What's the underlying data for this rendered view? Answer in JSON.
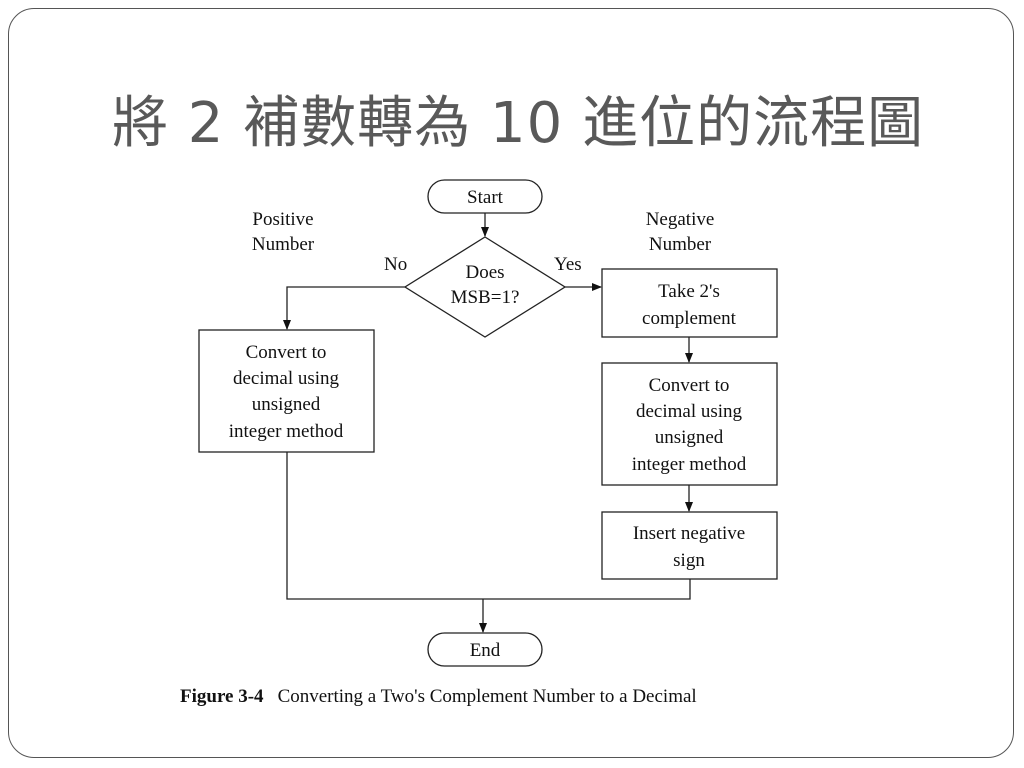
{
  "slide": {
    "title": "將 2 補數轉為 10 進位的流程圖"
  },
  "diagram": {
    "start": "Start",
    "decision": {
      "line1": "Does",
      "line2": "MSB=1?"
    },
    "no_label": "No",
    "yes_label": "Yes",
    "positive_label": {
      "line1": "Positive",
      "line2": "Number"
    },
    "negative_label": {
      "line1": "Negative",
      "line2": "Number"
    },
    "left_box": {
      "line1": "Convert to",
      "line2": "decimal using",
      "line3": "unsigned",
      "line4": "integer method"
    },
    "complement_box": {
      "line1": "Take 2's",
      "line2": "complement"
    },
    "right_box": {
      "line1": "Convert to",
      "line2": "decimal using",
      "line3": "unsigned",
      "line4": "integer method"
    },
    "negative_box": {
      "line1": "Insert negative",
      "line2": "sign"
    },
    "end": "End"
  },
  "caption": {
    "figure": "Figure 3-4",
    "text": "Converting a Two's Complement Number to a Decimal"
  }
}
